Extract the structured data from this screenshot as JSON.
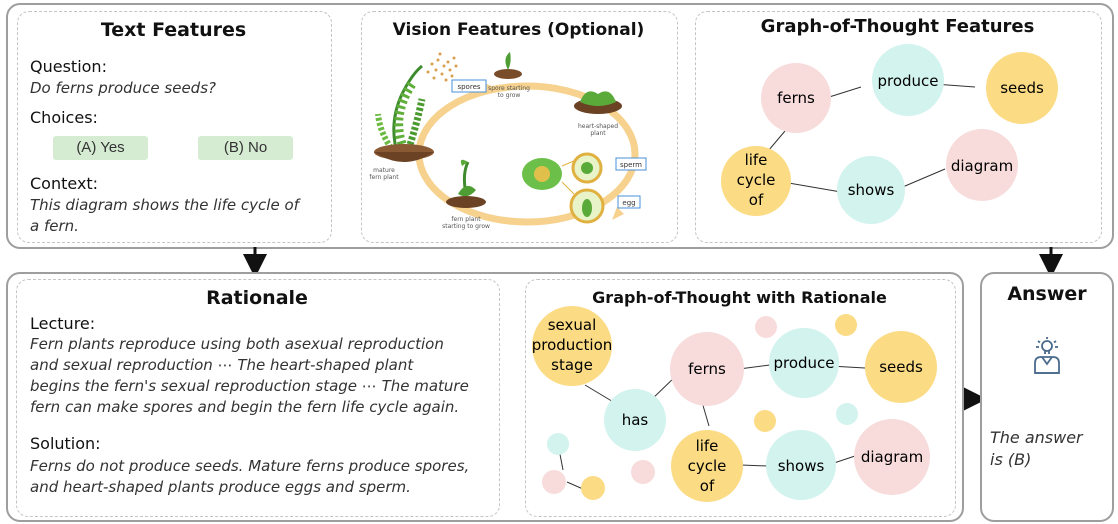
{
  "text_features": {
    "title": "Text Features",
    "question_label": "Question:",
    "question": "Do ferns produce seeds?",
    "choices_label": "Choices:",
    "choices": [
      "(A) Yes",
      "(B) No"
    ],
    "context_label": "Context:",
    "context_line1": "This diagram shows the life cycle of",
    "context_line2": "a fern."
  },
  "vision_features": {
    "title": "Vision Features (Optional)",
    "labels": {
      "spores": "spores",
      "spore_grow_1": "spore starting",
      "spore_grow_2": "to grow",
      "heart_1": "heart-shaped",
      "heart_2": "plant",
      "mature_1": "mature",
      "mature_2": "fern plant",
      "fern_grow_1": "fern plant",
      "fern_grow_2": "starting to grow",
      "sperm": "sperm",
      "egg": "egg"
    }
  },
  "got_features": {
    "title": "Graph-of-Thought Features",
    "nodes": {
      "ferns": "ferns",
      "produce": "produce",
      "seeds": "seeds",
      "life_1": "life",
      "life_2": "cycle",
      "life_3": "of",
      "shows": "shows",
      "diagram": "diagram"
    }
  },
  "rationale": {
    "title": "Rationale",
    "lecture_label": "Lecture:",
    "lecture_lines": [
      "Fern plants reproduce using both asexual reproduction",
      "and sexual reproduction ⋯ The heart-shaped plant",
      "begins the fern's sexual reproduction stage ⋯ The mature",
      "fern can make spores and begin the fern life cycle again."
    ],
    "solution_label": "Solution:",
    "solution_lines": [
      "Ferns do not produce seeds. Mature ferns produce spores,",
      "and heart-shaped plants produce eggs and sperm."
    ]
  },
  "got_rationale": {
    "title": "Graph-of-Thought with Rationale",
    "nodes": {
      "sexual_1": "sexual",
      "sexual_2": "production",
      "sexual_3": "stage",
      "has": "has",
      "ferns": "ferns",
      "produce": "produce",
      "seeds": "seeds",
      "life_1": "life",
      "life_2": "cycle",
      "life_3": "of",
      "shows": "shows",
      "diagram": "diagram"
    }
  },
  "answer": {
    "title": "Answer",
    "icon": "lightbulb-person-icon",
    "line1": "The answer",
    "line2": "is (B)"
  },
  "colors": {
    "pink": "#f8dcdc",
    "mint": "#d2f3ee",
    "yellow": "#fbdb84",
    "choice_green": "#d5ecd3",
    "outline_gray": "#9e9e9e",
    "dash_gray": "#c4c4c4",
    "arrow_gray": "#c8c8c8",
    "icon_blue": "#4a6b8c"
  }
}
